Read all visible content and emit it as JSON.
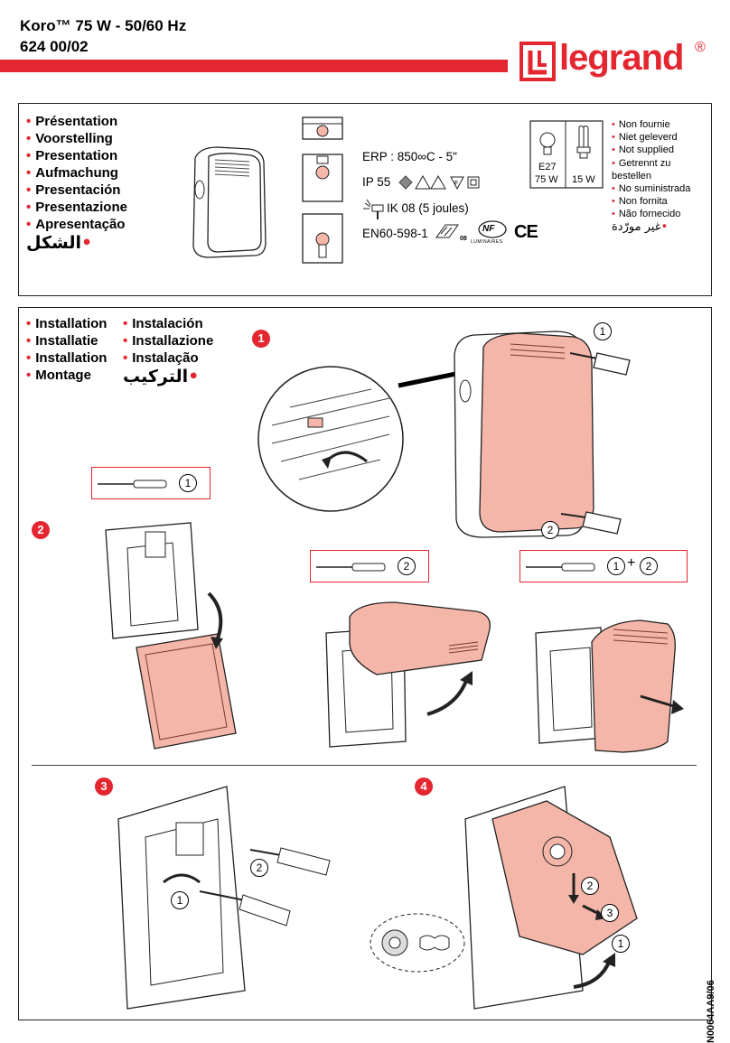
{
  "header": {
    "title": "Koro™ 75 W - 50/60 Hz",
    "code": "624 00/02",
    "brand": "legrand",
    "reg_mark": "®"
  },
  "presentation": {
    "headings": [
      "Présentation",
      "Voorstelling",
      "Presentation",
      "Aufmachung",
      "Presentación",
      "Presentazione",
      "Apresentação",
      "الشكل"
    ]
  },
  "specs": {
    "erp": "ERP : 850∞C - 5\"",
    "ip": "IP 55",
    "ik": "IK 08 (5 joules)",
    "standard": "EN60-598-1",
    "mark_08": "08",
    "nf_label": "NF",
    "nf_sub": "LUMINAIRES",
    "ce": "CE"
  },
  "lamps": {
    "socket": "E27",
    "power_1": "75 W",
    "power_2": "15 W"
  },
  "not_supplied": [
    "Non fournie",
    "Niet geleverd",
    "Not supplied",
    "Getrennt zu bestellen",
    "No suministrada",
    "Non fornita",
    "Não fornecido",
    "غير مورّدة"
  ],
  "installation": {
    "col1": [
      "Installation",
      "Installatie",
      "Installation",
      "Montage"
    ],
    "col2": [
      "Instalación",
      "Installazione",
      "Instalação",
      "التركيب"
    ]
  },
  "steps": {
    "s1": "1",
    "s2": "2",
    "s3": "3",
    "s4": "4"
  },
  "callouts": {
    "c1": "1",
    "c2": "2",
    "c3": "3",
    "plus": "+"
  },
  "doc_code": "N0064AA9/06",
  "colors": {
    "accent": "#e3262f",
    "salmon": "#f4b6a8"
  }
}
